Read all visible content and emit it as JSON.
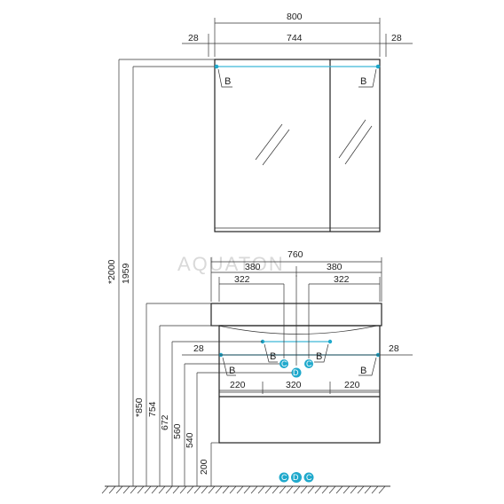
{
  "watermark": "AQUATON",
  "mirror_cabinet": {
    "dims": {
      "total_width": "800",
      "inner_width": "744",
      "left_offset": "28",
      "right_offset": "28"
    },
    "mount_markers": [
      "B",
      "B"
    ]
  },
  "vanity": {
    "dims": {
      "top_width": "760",
      "half_left": "380",
      "half_right": "380",
      "inner_left": "322",
      "inner_right": "322",
      "left_offset": "28",
      "right_offset": "28",
      "bottom_left": "220",
      "bottom_center": "320",
      "bottom_right": "220"
    },
    "mount_markers": [
      "B",
      "B",
      "B",
      "B"
    ],
    "connection_markers": [
      "C",
      "D",
      "C"
    ]
  },
  "heights": [
    "*2000",
    "1959",
    "*850",
    "754",
    "672",
    "560",
    "540",
    "200"
  ],
  "floor_markers": [
    "C",
    "D",
    "C"
  ]
}
